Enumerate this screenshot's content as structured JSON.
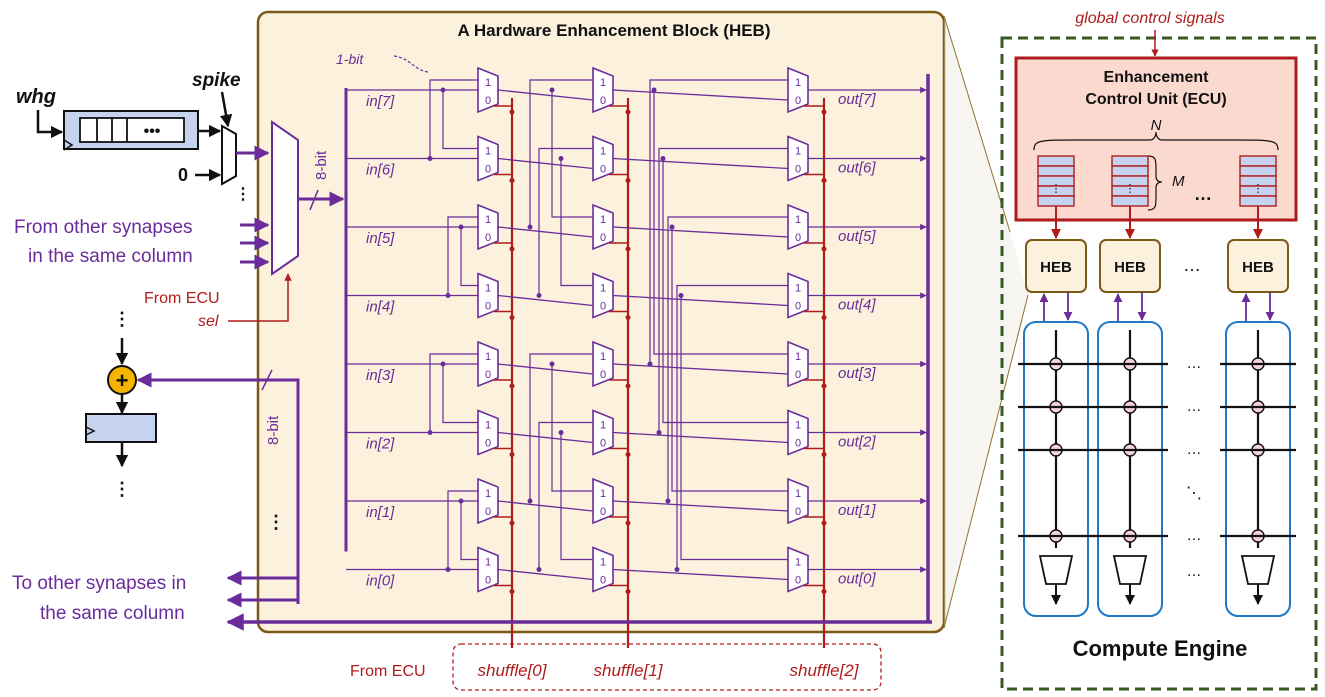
{
  "left": {
    "whg_label": "whg",
    "spike_label": "spike",
    "zero_label": "0",
    "from_synapses_line1": "From other synapses",
    "from_synapses_line2": "in the same column",
    "from_ecu_label": "From ECU",
    "sel_label": "sel",
    "mux_bits_label": "8-bit",
    "feedback_bits_label": "8-bit",
    "to_synapses_line1": "To other synapses in",
    "to_synapses_line2": "the same column",
    "adder_symbol": "+"
  },
  "heb": {
    "title": "A Hardware Enhancement Block (HEB)",
    "onebit_label": "1-bit",
    "inputs": [
      "in[7]",
      "in[6]",
      "in[5]",
      "in[4]",
      "in[3]",
      "in[2]",
      "in[1]",
      "in[0]"
    ],
    "outputs": [
      "out[7]",
      "out[6]",
      "out[5]",
      "out[4]",
      "out[3]",
      "out[2]",
      "out[1]",
      "out[0]"
    ],
    "mux_one": "1",
    "mux_zero": "0"
  },
  "bottom": {
    "from_ecu_label": "From ECU",
    "shuffle_labels": [
      "shuffle[0]",
      "shuffle[1]",
      "shuffle[2]"
    ]
  },
  "engine": {
    "global_signals_label": "global control signals",
    "ecu_line1": "Enhancement",
    "ecu_line2": "Control Unit (ECU)",
    "n_label": "N",
    "m_label": "M",
    "heb_label": "HEB",
    "ellipsis": "…",
    "title": "Compute Engine"
  },
  "colors": {
    "purple": "#6a2c9a",
    "red": "#b01c1c",
    "heb_fill": "#fbf1dd",
    "heb_border": "#7a5a16",
    "ecu_fill": "#fbd9cf",
    "green_dash": "#3a5a25",
    "blue": "#1f78c8",
    "reg_fill": "#c6d3ee"
  }
}
